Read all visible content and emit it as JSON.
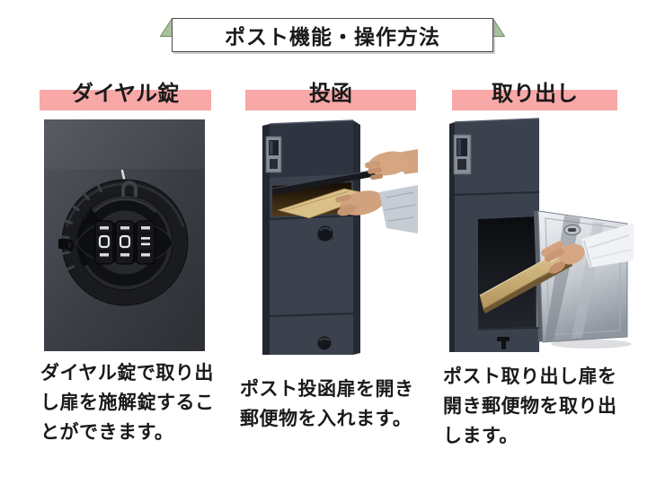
{
  "banner": {
    "title": "ポスト機能・操作方法"
  },
  "columns": [
    {
      "header": "ダイヤル錠",
      "description": "ダイヤル錠で取り出\nし扉を施解錠するこ\nとができます。",
      "photo": "dial-lock-photo"
    },
    {
      "header": "投函",
      "description": "ポスト投函扉を開き\n郵便物を入れます。",
      "photo": "mail-insertion-photo"
    },
    {
      "header": "取り出し",
      "description": "ポスト取り出し扉を\n開き郵便物を取り出\nします。",
      "photo": "mail-retrieval-photo"
    }
  ],
  "colors": {
    "header_highlight": "#f9a8a8",
    "ribbon_green": "#a7c29e",
    "banner_border": "#4b4b4b",
    "text": "#1a1a1a",
    "post_unit_body": "#3b424e",
    "photo1_background": "#3a3d44"
  }
}
